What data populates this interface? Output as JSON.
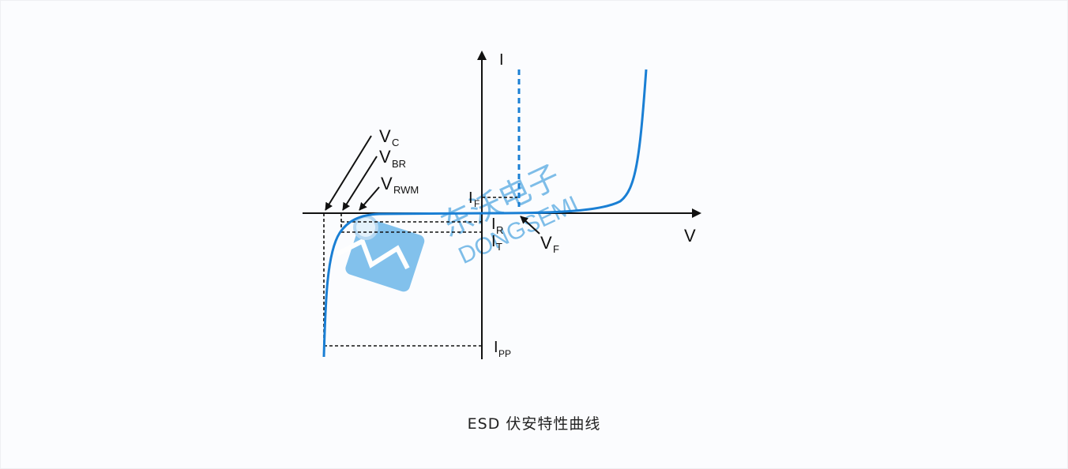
{
  "diagram": {
    "title": "ESD 伏安特性曲线",
    "axes": {
      "y_label": "I",
      "x_label": "V"
    },
    "labels": {
      "vc": {
        "main": "V",
        "sub": "C"
      },
      "vbr": {
        "main": "V",
        "sub": "BR"
      },
      "vrwm": {
        "main": "V",
        "sub": "RWM"
      },
      "if": {
        "main": "I",
        "sub": "F"
      },
      "ir": {
        "main": "I",
        "sub": "R"
      },
      "it": {
        "main": "I",
        "sub": "T"
      },
      "ipp": {
        "main": "I",
        "sub": "PP"
      },
      "vf": {
        "main": "V",
        "sub": "F"
      }
    },
    "watermark": {
      "cn": "东沃电子",
      "en": "DONGSEMI"
    },
    "colors": {
      "curve": "#1a7fd4",
      "axis": "#111111",
      "label_orange": "#b06a1e",
      "label_purple": "#5a2a8a",
      "watermark": "#4aa3e0"
    }
  }
}
